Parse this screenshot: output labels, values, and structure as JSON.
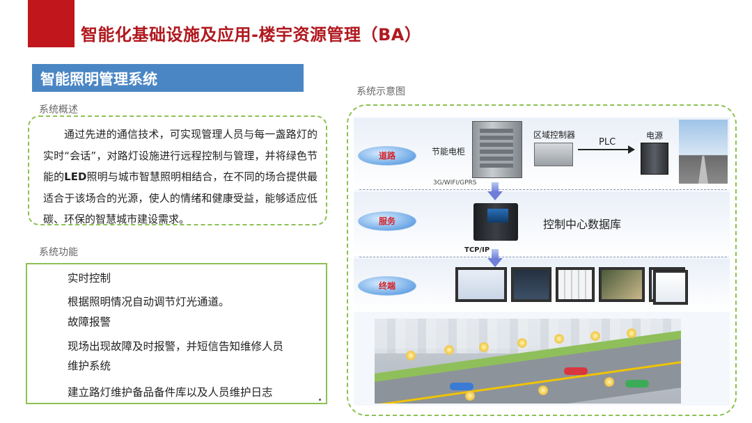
{
  "header": {
    "title": "智能化基础设施及应用-楼宇资源管理（BA）"
  },
  "section": {
    "title": "智能照明管理系统"
  },
  "overview": {
    "label": "系统概述",
    "text_before": "通过先进的通信技术，可实现管理人员与每一盏路灯的实时“会话”，对路灯设施进行远程控制与管理，并将绿色节能的",
    "text_bold": "LED",
    "text_after": "照明与城市智慧照明相结合，在不同的场合提供最适合于该场合的光源，使人的情绪和健康受益，能够适应低碳、环保的智慧城市建设需求。"
  },
  "functions": {
    "label": "系统功能",
    "items": [
      "实时控制",
      "根据照明情况自动调节灯光通道。",
      "故障报警",
      "现场出现故障及时报警，并短信告知维修人员",
      "维护系统",
      "建立路灯维护备品备件库以及人员维护日志"
    ]
  },
  "diagram": {
    "label": "系统示意图",
    "layers": {
      "road": "道路",
      "service": "服务",
      "terminal": "终端"
    },
    "labels": {
      "cabinet": "节能电柜",
      "controller": "区域控制器",
      "power": "电源",
      "plc": "PLC",
      "network": "3G/WIFI/GPRS",
      "database": "控制中心数据库",
      "protocol": "TCP/IP"
    }
  }
}
